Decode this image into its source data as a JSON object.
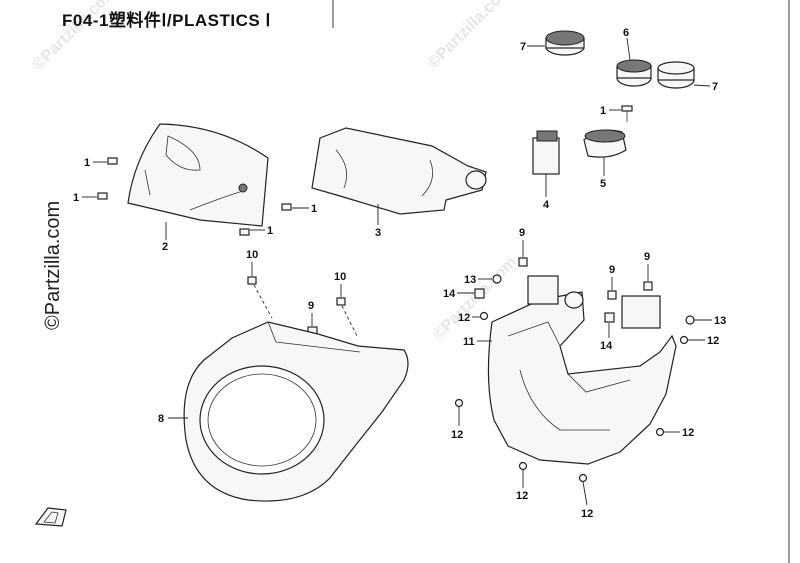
{
  "title": "F04-1塑料件Ⅰ/PLASTICS Ⅰ",
  "watermarks": {
    "side": "©Partzilla.com",
    "faint": "©Partzilla.com"
  },
  "callouts": {
    "c1a": "1",
    "c1b": "1",
    "c1c": "1",
    "c1d": "1",
    "c1e": "1",
    "c2": "2",
    "c3": "3",
    "c4": "4",
    "c5": "5",
    "c6": "6",
    "c7a": "7",
    "c7b": "7",
    "c8": "8",
    "c9a": "9",
    "c9b": "9",
    "c9c": "9",
    "c10a": "10",
    "c10b": "10",
    "c11": "11",
    "c12a": "12",
    "c12b": "12",
    "c12c": "12",
    "c12d": "12",
    "c12e": "12",
    "c12f": "12",
    "c13a": "13",
    "c13b": "13",
    "c14a": "14",
    "c14b": "14"
  },
  "colors": {
    "line": "#222222",
    "part_fill": "#f7f7f7",
    "watermark": "#e6e6e6"
  },
  "icons": {
    "corner_logo": "front-arrow-icon"
  }
}
